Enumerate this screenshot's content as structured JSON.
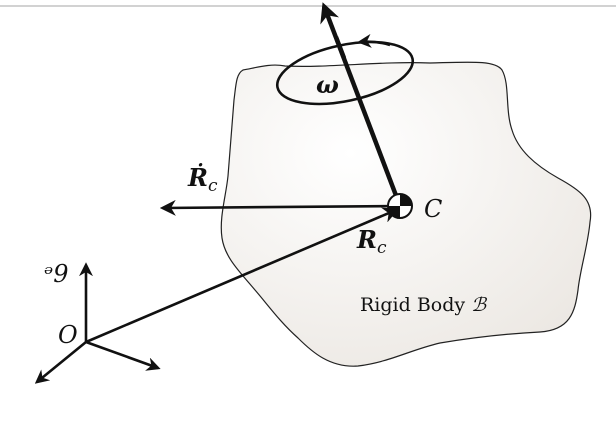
{
  "diagram": {
    "body_label_text": "Rigid Body",
    "body_label_symbol": "ℬ",
    "omega_symbol": "ω",
    "center_label": "C",
    "origin_label": "O",
    "frame_label": "ᵊ9",
    "position_vector": {
      "symbol": "R",
      "subscript": "c"
    },
    "velocity_vector": {
      "symbol": "Ṙ",
      "subscript": "c"
    },
    "colors": {
      "stroke": "#111111",
      "body_fill_center": "#ffffff",
      "body_fill_edge": "#ede9e4",
      "top_rule": "#b8b8b8"
    }
  }
}
